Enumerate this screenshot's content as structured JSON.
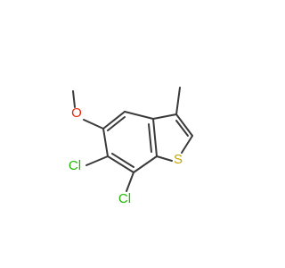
{
  "molecule": {
    "atoms": {
      "oxygen": "O",
      "sulfur": "S",
      "chlorine_6": "Cl",
      "chlorine_7": "Cl"
    },
    "colors": {
      "bond": "#3a3a3a",
      "oxygen": "#e8290b",
      "sulfur": "#c2a400",
      "chlorine": "#1fb800",
      "background": "#ffffff"
    }
  }
}
